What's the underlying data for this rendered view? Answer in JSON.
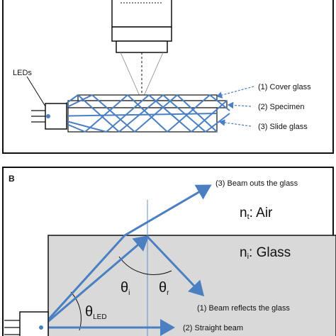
{
  "panel_a": {
    "leds_label": "LEDs",
    "callouts": [
      {
        "num": "(1)",
        "text": "Cover glass"
      },
      {
        "num": "(2)",
        "text": "Specimen"
      },
      {
        "num": "(3)",
        "text": "Slide glass"
      }
    ]
  },
  "panel_b": {
    "letter": "B",
    "air_symbol": "n",
    "air_sub": "t",
    "air_text": ": Air",
    "glass_symbol": "n",
    "glass_sub": "i",
    "glass_text": ": Glass",
    "theta": "θ",
    "theta_i_sub": "i",
    "theta_r_sub": "r",
    "theta_led_sub": "LED",
    "beams": [
      {
        "num": "(3)",
        "text": "Beam outs the glass"
      },
      {
        "num": "(1)",
        "text": "Beam reflects the glass"
      },
      {
        "num": "(2)",
        "text": "Straight beam"
      }
    ]
  },
  "colors": {
    "beam": "#4a7fc1",
    "glass_fill": "#d9d9d9",
    "frame": "#111111"
  }
}
